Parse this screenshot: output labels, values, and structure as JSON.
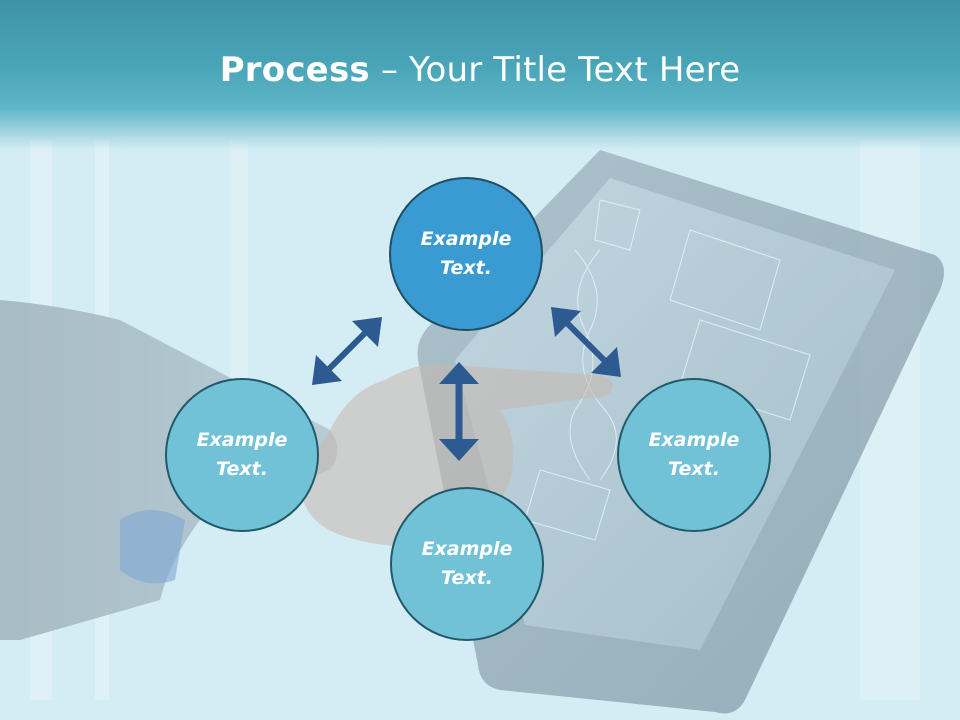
{
  "title": {
    "bold": "Process",
    "rest": " – Your Title Text Here"
  },
  "circles": [
    {
      "line1": "Example",
      "line2": "Text."
    },
    {
      "line1": "Example",
      "line2": "Text."
    },
    {
      "line1": "Example",
      "line2": "Text."
    },
    {
      "line1": "Example",
      "line2": "Text."
    }
  ],
  "colors": {
    "title_bar": "#4aa5b8",
    "circle_top": "#3a9bd2",
    "circle_other": "#71c2d6",
    "arrow": "#2d5a91"
  }
}
